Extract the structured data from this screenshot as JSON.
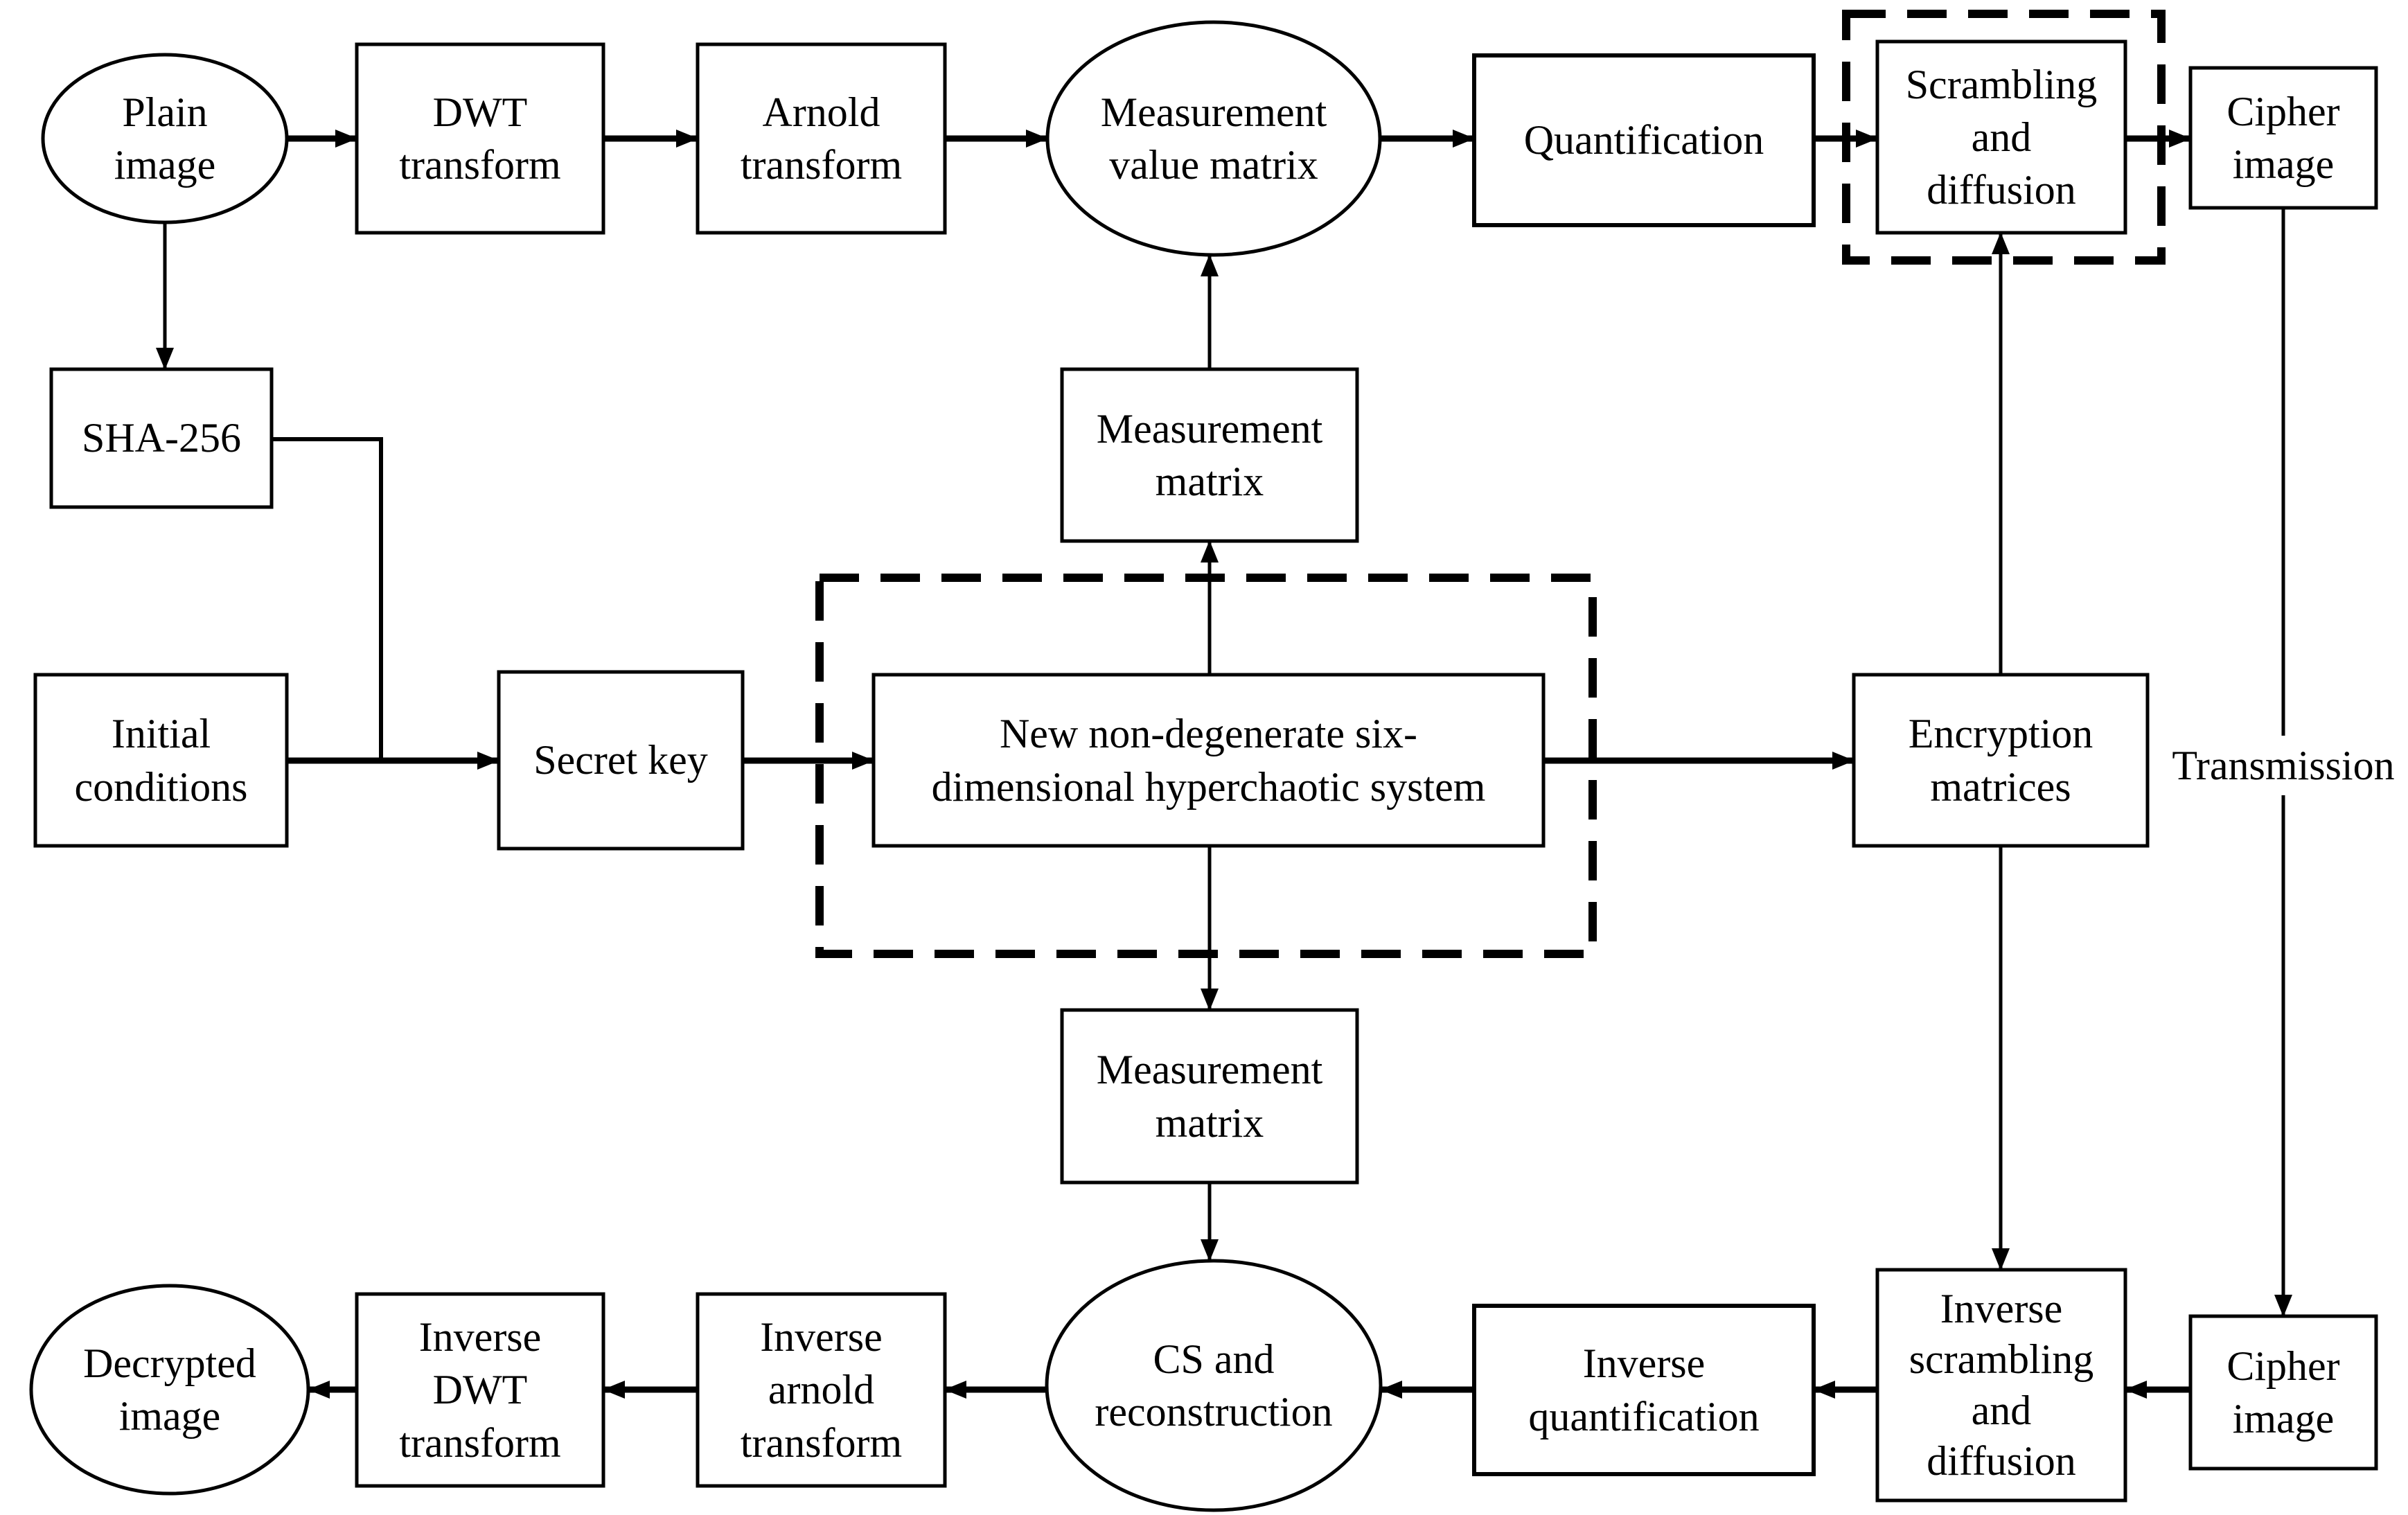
{
  "diagram": {
    "type": "flowchart",
    "title": "Compressive-sensing image encryption and decryption scheme",
    "background": "#ffffff",
    "stroke_color": "#000000",
    "nodes": {
      "plain_image": "Plain\nimage",
      "dwt_transform": "DWT\ntransform",
      "arnold_transform": "Arnold\ntransform",
      "measurement_value_matrix": "Measurement\nvalue matrix",
      "quantification": "Quantification",
      "scrambling_diffusion": "Scrambling\nand\ndiffusion",
      "cipher_image_top": "Cipher\nimage",
      "sha256": "SHA-256",
      "measurement_matrix_upper": "Measurement\nmatrix",
      "initial_conditions": "Initial\nconditions",
      "secret_key": "Secret key",
      "hyperchaotic_system": "New non-degenerate six-\ndimensional hyperchaotic system",
      "encryption_matrices": "Encryption\nmatrices",
      "transmission": "Transmission",
      "measurement_matrix_lower": "Measurement\nmatrix",
      "decrypted_image": "Decrypted\nimage",
      "inverse_dwt_transform": "Inverse\nDWT\ntransform",
      "inverse_arnold_transform": "Inverse\narnold\ntransform",
      "cs_reconstruction": "CS and\nreconstruction",
      "inverse_quantification": "Inverse\nquantification",
      "inverse_scrambling_diffusion": "Inverse\nscrambling\nand\ndiffusion",
      "cipher_image_bottom": "Cipher\nimage"
    },
    "dashed_groups": [
      {
        "contains": [
          "scrambling_diffusion"
        ]
      },
      {
        "contains": [
          "hyperchaotic_system"
        ]
      }
    ],
    "edges": [
      {
        "from": "plain_image",
        "to": "dwt_transform"
      },
      {
        "from": "dwt_transform",
        "to": "arnold_transform"
      },
      {
        "from": "arnold_transform",
        "to": "measurement_value_matrix"
      },
      {
        "from": "measurement_value_matrix",
        "to": "quantification"
      },
      {
        "from": "quantification",
        "to": "scrambling_diffusion"
      },
      {
        "from": "scrambling_diffusion",
        "to": "cipher_image_top"
      },
      {
        "from": "plain_image",
        "to": "sha256"
      },
      {
        "from": "sha256",
        "to": "secret_key"
      },
      {
        "from": "initial_conditions",
        "to": "secret_key"
      },
      {
        "from": "secret_key",
        "to": "hyperchaotic_system"
      },
      {
        "from": "hyperchaotic_system",
        "to": "measurement_matrix_upper"
      },
      {
        "from": "measurement_matrix_upper",
        "to": "measurement_value_matrix"
      },
      {
        "from": "hyperchaotic_system",
        "to": "measurement_matrix_lower"
      },
      {
        "from": "measurement_matrix_lower",
        "to": "cs_reconstruction"
      },
      {
        "from": "hyperchaotic_system",
        "to": "encryption_matrices"
      },
      {
        "from": "encryption_matrices",
        "to": "scrambling_diffusion"
      },
      {
        "from": "encryption_matrices",
        "to": "inverse_scrambling_diffusion"
      },
      {
        "from": "cipher_image_top",
        "to": "cipher_image_bottom",
        "label": "Transmission"
      },
      {
        "from": "cipher_image_bottom",
        "to": "inverse_scrambling_diffusion"
      },
      {
        "from": "inverse_scrambling_diffusion",
        "to": "inverse_quantification"
      },
      {
        "from": "inverse_quantification",
        "to": "cs_reconstruction"
      },
      {
        "from": "cs_reconstruction",
        "to": "inverse_arnold_transform"
      },
      {
        "from": "inverse_arnold_transform",
        "to": "inverse_dwt_transform"
      },
      {
        "from": "inverse_dwt_transform",
        "to": "decrypted_image"
      }
    ]
  }
}
